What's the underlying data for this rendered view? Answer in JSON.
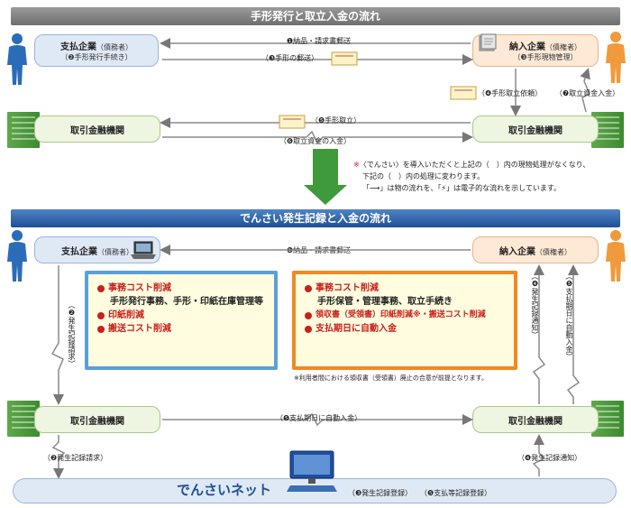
{
  "top": {
    "title": "手形発行と取立入金の流れ",
    "payer_title": "支払企業",
    "payer_role": "（債務者）",
    "payer_sub": "（❷手形発行手続き）",
    "payee_title": "納入企業",
    "payee_role": "（債権者）",
    "payee_sub": "（❸手形現物管理）",
    "bank_left": "取引金融機関",
    "bank_right": "取引金融機関",
    "arrow_delivery": "❶納品・請求書郵送",
    "arrow_mail": "（❸手形の郵送）",
    "arrow_request": "（❹手形取立依頼）",
    "arrow_deposit_right": "（❼取立資金入金）",
    "arrow_collect": "（❺手形取立）",
    "arrow_deposit": "（❻取立資金の入金）"
  },
  "note": {
    "mark": "※",
    "line1": "〈でんさい〉を導入いただくと上記の（　）内の現物処理がなくなり、",
    "line2": "下記の（　）内の処理に変わります。",
    "line3": "「⟶」は物の流れを、「⚡」は電子的な流れを示しています。"
  },
  "bottom": {
    "title": "でんさい発生記録と入金の流れ",
    "payer_title": "支払企業",
    "payer_role": "（債務者）",
    "payee_title": "納入企業",
    "payee_role": "（債権者）",
    "bank_left": "取引金融機関",
    "bank_right": "取引金融機関",
    "arrow_delivery": "❶納品・請求書郵送",
    "v_left": "（❷発生記録請求）",
    "v_right1": "（❹発生記録通知）",
    "v_right2": "（❺支払期日に自動入金）",
    "arrow_auto": "（❺支払期日に自動入金）",
    "left_bottom": "（❷発生記録請求）",
    "right_bottom": "（❹発生記録通知）",
    "net_title": "でんさいネット",
    "net_label1": "（❸発生記録登録）",
    "net_label2": "（❺支払等記録登録）"
  },
  "benefits_left": {
    "item1": "事務コスト削減",
    "item1_detail": "手形発行事務、手形・印紙在庫管理等",
    "item2": "印紙削減",
    "item3": "搬送コスト削減"
  },
  "benefits_right": {
    "item1": "事務コスト削減",
    "item1_detail": "手形保管・管理事務、取立手続き",
    "item2": "領収書（受領書）印紙削減※・搬送コスト削減",
    "item3": "支払期日に自動入金",
    "footnote": "※利用者間における領収書（受領書）廃止の合意が前提となります。"
  },
  "colors": {
    "left_panel_border": "#5aa0d8",
    "right_panel_border": "#ef8a24",
    "emphasis": "#c8201c"
  }
}
